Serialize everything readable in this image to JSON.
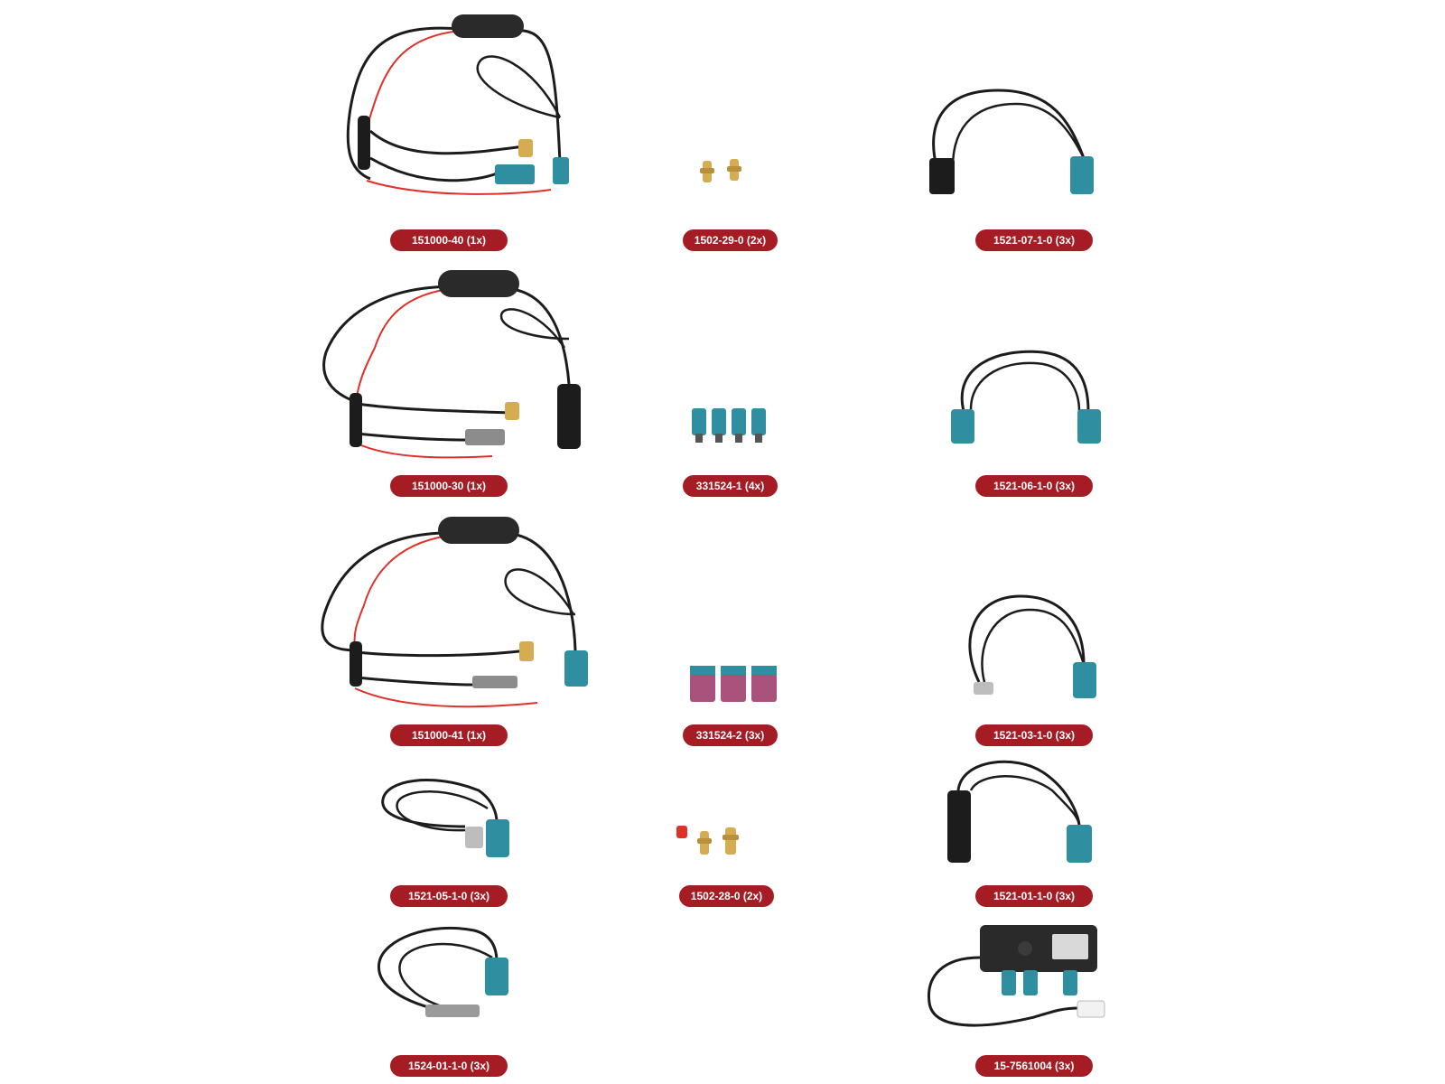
{
  "colors": {
    "badge": "#a51c24",
    "cable": "#1c1c1c",
    "power_wire": "#e0302a",
    "fakra_z": "#2f8fa0",
    "fakra_pink": "#a8527c",
    "gold": "#d6ac52",
    "module": "#2a2a2a"
  },
  "items": [
    {
      "code": "151000-40 (1x)",
      "icon": "splitter-cable-icon"
    },
    {
      "code": "1502-29-0 (2x)",
      "icon": "smb-adapter-pair-icon"
    },
    {
      "code": "1521-07-1-0 (3x)",
      "icon": "din-to-fakra-cable-icon"
    },
    {
      "code": "151000-30 (1x)",
      "icon": "splitter-cable-din-icon"
    },
    {
      "code": "331524-1 (4x)",
      "icon": "fakra-plug-set-icon"
    },
    {
      "code": "1521-06-1-0 (3x)",
      "icon": "fakra-to-fakra-cable-icon"
    },
    {
      "code": "151000-41 (1x)",
      "icon": "splitter-cable-fakra-icon"
    },
    {
      "code": "331524-2 (3x)",
      "icon": "double-fakra-plug-set-icon"
    },
    {
      "code": "1521-03-1-0 (3x)",
      "icon": "angled-smb-to-fakra-cable-icon"
    },
    {
      "code": "1521-05-1-0 (3x)",
      "icon": "angled-fakra-cable-icon"
    },
    {
      "code": "1502-28-0 (2x)",
      "icon": "sma-adapter-set-icon"
    },
    {
      "code": "1521-01-1-0 (3x)",
      "icon": "din-socket-to-fakra-cable-icon"
    },
    {
      "code": "1524-01-1-0 (3x)",
      "icon": "din-plug-to-fakra-cable-icon"
    },
    {
      "code": "15-7561004 (3x)",
      "icon": "antenna-amplifier-module-icon"
    }
  ]
}
